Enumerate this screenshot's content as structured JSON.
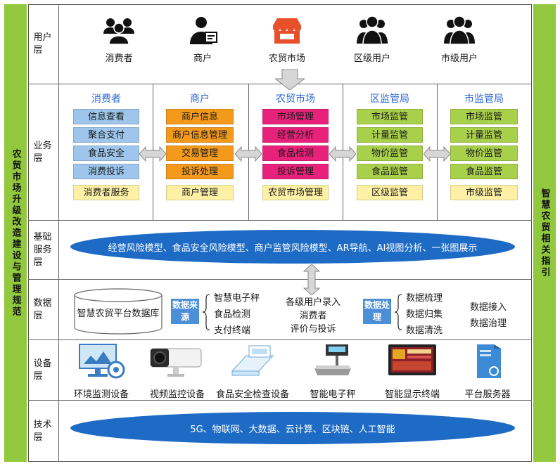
{
  "left_banner": "农贸市场升级改造建设与管理规范",
  "right_banner": "智慧农贸相关指引",
  "layers": {
    "user": "用户层",
    "business": "业务层",
    "foundation": "基础服务层",
    "data": "数据层",
    "device": "设备层",
    "tech": "技术层"
  },
  "users": [
    "消费者",
    "商户",
    "农贸市场",
    "区级用户",
    "市级用户"
  ],
  "business": [
    {
      "title": "消费者",
      "items": [
        "信息查看",
        "聚合支付",
        "食品安全",
        "消费投诉"
      ],
      "footer": "消费者服务"
    },
    {
      "title": "商户",
      "items": [
        "商户信息",
        "商户信息管理",
        "交易管理",
        "投诉处理"
      ],
      "footer": "商户管理"
    },
    {
      "title": "农贸市场",
      "items": [
        "市场管理",
        "经营分析",
        "食品检测",
        "投诉管理"
      ],
      "footer": "农贸市场管理"
    },
    {
      "title": "区监管局",
      "items": [
        "市场监管",
        "计量监管",
        "物价监管",
        "食品监管"
      ],
      "footer": "区级监管"
    },
    {
      "title": "市监管局",
      "items": [
        "市场监管",
        "计量监管",
        "物价监管",
        "食品监管"
      ],
      "footer": "市级监管"
    }
  ],
  "foundation_text": "经营风险模型、食品安全风险模型、商户监管风险模型、AR导航、AI视图分析、一张图展示",
  "data_layer": {
    "database": "智慧农贸平台数据库",
    "source_tag": "数据来源",
    "sources": [
      "智慧电子秤",
      "食品检测",
      "支付终端"
    ],
    "consumer_input": [
      "各级用户录入",
      "消费者",
      "评价与投诉"
    ],
    "process_tag": "数据处理",
    "process": [
      "数据梳理",
      "数据归集",
      "数据清洗"
    ],
    "access": [
      "数据接入",
      "数据治理"
    ]
  },
  "devices": [
    "环境监测设备",
    "视频监控设备",
    "食品安全检查设备",
    "智能电子秤",
    "智能显示终端",
    "平台服务器"
  ],
  "tech_text": "5G、物联网、大数据、云计算、区块链、人工智能",
  "colors": {
    "banner": "#92c83e",
    "consumer": "#9ec6ec",
    "merchant": "#f39a1c",
    "market": "#e8217a",
    "regulator": "#a9d04b",
    "footer": "#fef0a4",
    "ellipse": "#1e6bc6"
  }
}
